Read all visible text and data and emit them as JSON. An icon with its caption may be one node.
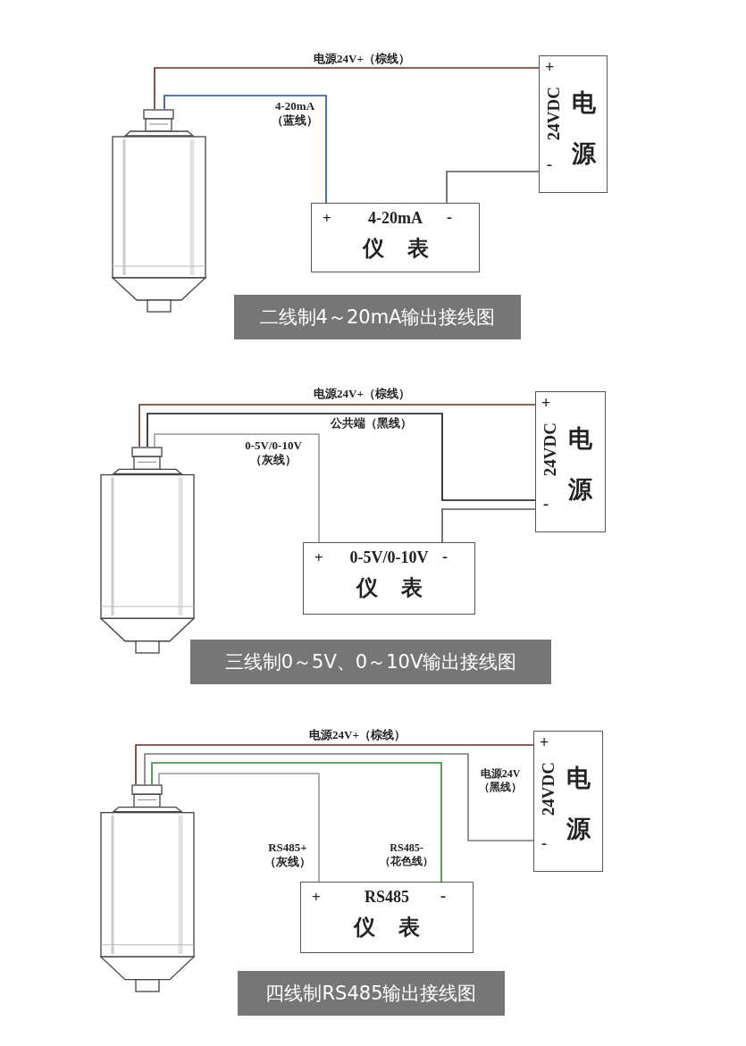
{
  "diagram": {
    "nodes": [
      {
        "text": [],
        "shape": "picture"
      },
      {
        "text": [
          "+",
          "24VDC",
          "电源",
          "-"
        ]
      },
      {
        "text": [
          "+",
          "4-20mA",
          "-",
          "仪表"
        ]
      },
      {
        "text": [
          "二线制4～20mA输出接线图"
        ]
      },
      {
        "text": [],
        "shape": "picture"
      },
      {
        "text": [
          "+",
          "24VDC",
          "电源",
          "-"
        ]
      },
      {
        "text": [
          "+",
          "0-5V/0-10V",
          "-",
          "仪表"
        ]
      },
      {
        "text": [
          "三线制0～5V、0～10V输出接线图"
        ]
      },
      {
        "text": [],
        "shape": "picture"
      },
      {
        "text": [
          "+",
          "24VDC",
          "电源",
          "-"
        ]
      },
      {
        "text": [
          "+",
          "RS485",
          "-",
          "仪表"
        ]
      },
      {
        "text": [
          "四线制RS485输出接线图"
        ]
      }
    ],
    "edges": [
      {
        "from": 0,
        "to": 1,
        "arrow": "none",
        "label": "电源24V+（棕线）",
        "color": "#6b2a1e"
      },
      {
        "from": 0,
        "to": 2,
        "arrow": "none",
        "label": "4-20mA （蓝线）",
        "color": "#1f4e9a"
      },
      {
        "from": 2,
        "to": 1,
        "arrow": "none",
        "color": "#555555"
      },
      {
        "from": 4,
        "to": 5,
        "arrow": "none",
        "label": "电源24V+（棕线）",
        "color": "#6b2a1e"
      },
      {
        "from": 4,
        "to": 5,
        "arrow": "none",
        "label": "公共端（黑线）",
        "color": "#111111"
      },
      {
        "from": 4,
        "to": 6,
        "arrow": "none",
        "label": "0-5V/0-10V （灰线）",
        "color": "#999999"
      },
      {
        "from": 6,
        "to": 5,
        "arrow": "none",
        "color": "#555555"
      },
      {
        "from": 8,
        "to": 9,
        "arrow": "none",
        "label": "电源24V+（棕线）",
        "color": "#6b2a1e"
      },
      {
        "from": 8,
        "to": 9,
        "arrow": "none",
        "label": "电源24V （黑线）",
        "color": "#777777"
      },
      {
        "from": 8,
        "to": 10,
        "arrow": "none",
        "label": "RS485+ （灰线）",
        "color": "#999999"
      },
      {
        "from": 8,
        "to": 10,
        "arrow": "none",
        "label": "RS485- （花色线）",
        "color": "#2e8b2e"
      }
    ]
  }
}
